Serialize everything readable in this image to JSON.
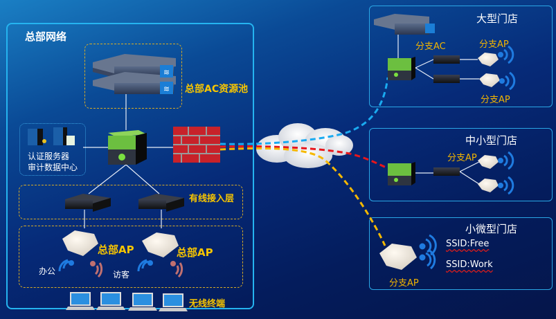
{
  "hq": {
    "title": "总部网络",
    "ac_pool_label": "总部AC资源池",
    "servers_label_1": "认证服务器",
    "servers_label_2": "审计数据中心",
    "wired_layer_label": "有线接入层",
    "ap_labels": [
      "总部AP",
      "总部AP"
    ],
    "ssid_office": "办公",
    "ssid_guest": "访客",
    "terminals_label": "无线终端"
  },
  "branches": {
    "large": {
      "title": "大型门店",
      "ac_label": "分支AC",
      "ap_labels": [
        "分支AP",
        "分支AP"
      ]
    },
    "medium": {
      "title": "中小型门店",
      "ap_label": "分支AP"
    },
    "small": {
      "title": "小微型门店",
      "ap_label": "分支AP",
      "ssids": [
        "SSID:Free",
        "SSID:Work"
      ]
    }
  },
  "colors": {
    "link_large": "#1aaaf0",
    "link_medium": "#e8161b",
    "link_small": "#f6b800",
    "label_yellow": "#f7c500",
    "panel_border": "#25b4f0"
  }
}
